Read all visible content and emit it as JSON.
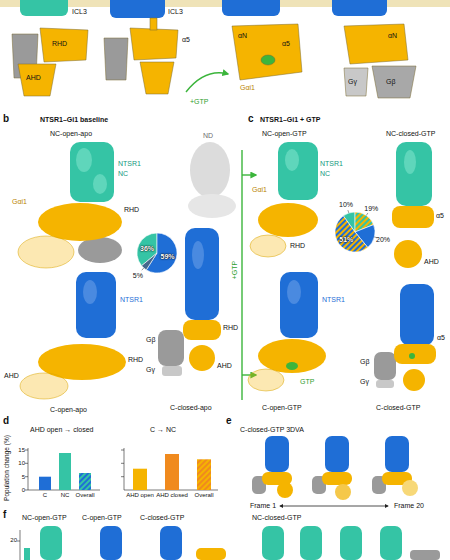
{
  "diagram": {
    "nodes": [
      {
        "text": [
          "36%",
          "59%",
          "5%"
        ]
      },
      {
        "text": [
          "10%",
          "19%",
          "20%",
          "51%"
        ]
      }
    ],
    "labels": [
      "ICL3",
      "ICL3",
      "α5",
      "RHD",
      "AHD",
      "+GTP",
      "αN",
      "α5",
      "Gαi1",
      "αN",
      "Gγ",
      "Gβ",
      "b",
      "NTSR1–Gi1 baseline",
      "NC-open-apo",
      "NTSR1",
      "NC",
      "Gαi1",
      "RHD",
      "ND",
      "C-open-apo",
      "NTSR1",
      "AHD",
      "RHD",
      "Gβ",
      "RHD",
      "Gγ",
      "AHD",
      "C-closed-apo",
      "+GTP",
      "c",
      "NTSR1–Gi1 + GTP",
      "NC-open-GTP",
      "NC-closed-GTP",
      "Gαi1",
      "NTSR1",
      "NC",
      "RHD",
      "α5",
      "AHD",
      "NTSR1",
      "C-open-GTP",
      "GTP",
      "Gβ",
      "Gγ",
      "α5",
      "C-closed-GTP",
      "d",
      "AHD open → closed",
      "C → NC",
      "Population change (%)",
      "0",
      "5",
      "10",
      "15",
      "C",
      "NC",
      "Overall",
      "AHD open",
      "AHD closed",
      "Overall",
      "e",
      "C-closed-GTP 3DVA",
      "Frame 1",
      "Frame 20",
      "f",
      "NC-open-GTP",
      "C-open-GTP",
      "C-closed-GTP",
      "NC-closed-GTP",
      "20"
    ]
  }
}
